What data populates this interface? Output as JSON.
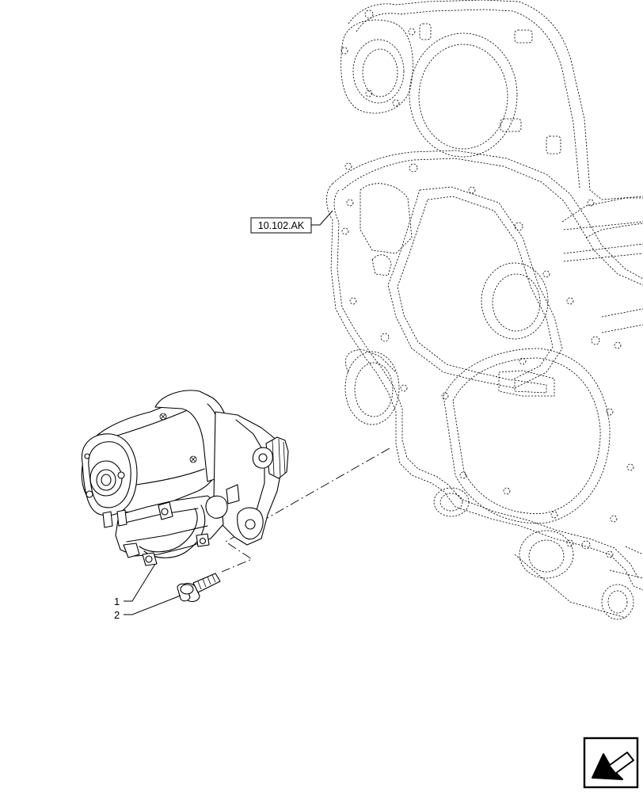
{
  "callouts": {
    "ref_section": "10.102.AK",
    "item_1": "1",
    "item_2": "2"
  },
  "icons": {
    "nav": "page-turn-arrow-icon"
  },
  "colors": {
    "line": "#000000",
    "background": "#ffffff"
  }
}
